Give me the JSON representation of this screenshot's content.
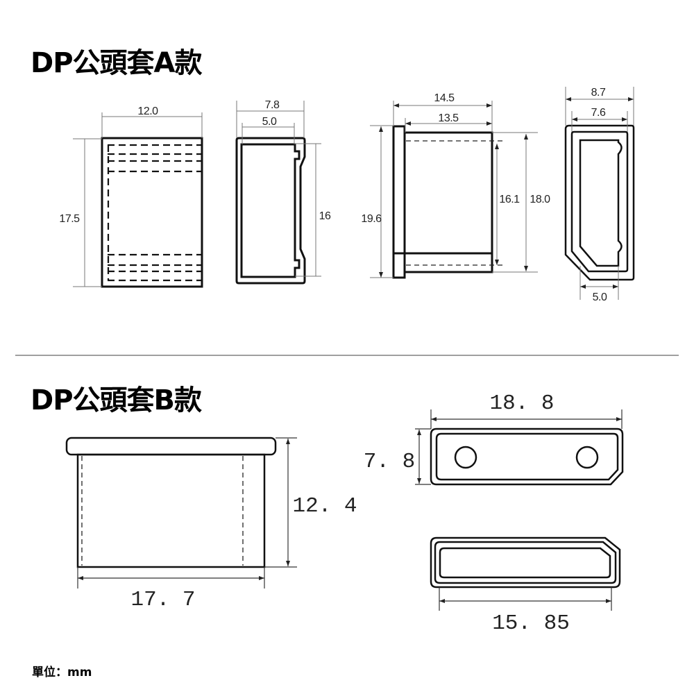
{
  "section_a": {
    "title": "DP公頭套A款",
    "front_view": {
      "width": "12.0",
      "height": "17.5"
    },
    "side_view": {
      "outer_width": "7.8",
      "inner_width": "5.0",
      "inner_height": "16"
    },
    "profile_view": {
      "total_length": "14.5",
      "body_length": "13.5",
      "flange_height": "19.6",
      "inner_height": "16.1",
      "body_height": "18.0"
    },
    "end_view": {
      "outer_width": "8.7",
      "inner_width": "7.6",
      "opening_width": "5.0"
    }
  },
  "section_b": {
    "title": "DP公頭套B款",
    "side_view": {
      "height": "12. 4",
      "width": "17. 7"
    },
    "top_view": {
      "width": "18. 8",
      "height": "7. 8"
    },
    "end_view": {
      "width": "15. 85"
    }
  },
  "footer": {
    "unit_label": "單位：mm"
  }
}
